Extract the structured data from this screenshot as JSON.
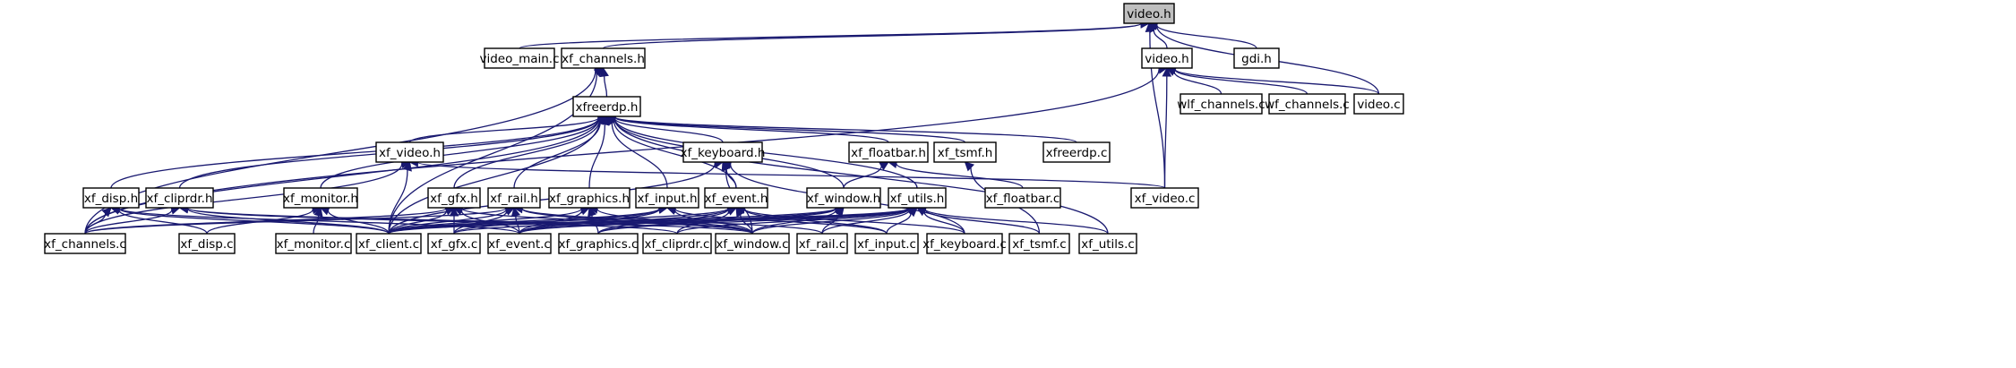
{
  "diagram": {
    "title": "",
    "nodes": [
      {
        "id": "video_h",
        "label": "video.h",
        "root": true
      },
      {
        "id": "video_main_c",
        "label": "video_main.c"
      },
      {
        "id": "xf_channels_h",
        "label": "xf_channels.h"
      },
      {
        "id": "video_h2",
        "label": "video.h"
      },
      {
        "id": "gdi_h",
        "label": "gdi.h"
      },
      {
        "id": "xfreerdp_h",
        "label": "xfreerdp.h"
      },
      {
        "id": "wlf_channels_c",
        "label": "wlf_channels.c"
      },
      {
        "id": "wf_channels_c",
        "label": "wf_channels.c"
      },
      {
        "id": "video_c",
        "label": "video.c"
      },
      {
        "id": "xf_video_h",
        "label": "xf_video.h"
      },
      {
        "id": "xf_keyboard_h",
        "label": "xf_keyboard.h"
      },
      {
        "id": "xf_floatbar_h",
        "label": "xf_floatbar.h"
      },
      {
        "id": "xf_tsmf_h",
        "label": "xf_tsmf.h"
      },
      {
        "id": "xfreerdp_c",
        "label": "xfreerdp.c"
      },
      {
        "id": "xf_disp_h",
        "label": "xf_disp.h"
      },
      {
        "id": "xf_cliprdr_h",
        "label": "xf_cliprdr.h"
      },
      {
        "id": "xf_monitor_h",
        "label": "xf_monitor.h"
      },
      {
        "id": "xf_gfx_h",
        "label": "xf_gfx.h"
      },
      {
        "id": "xf_rail_h",
        "label": "xf_rail.h"
      },
      {
        "id": "xf_graphics_h",
        "label": "xf_graphics.h"
      },
      {
        "id": "xf_input_h",
        "label": "xf_input.h"
      },
      {
        "id": "xf_event_h",
        "label": "xf_event.h"
      },
      {
        "id": "xf_window_h",
        "label": "xf_window.h"
      },
      {
        "id": "xf_utils_h",
        "label": "xf_utils.h"
      },
      {
        "id": "xf_floatbar_c",
        "label": "xf_floatbar.c"
      },
      {
        "id": "xf_video_c",
        "label": "xf_video.c"
      },
      {
        "id": "xf_channels_c",
        "label": "xf_channels.c"
      },
      {
        "id": "xf_disp_c",
        "label": "xf_disp.c"
      },
      {
        "id": "xf_monitor_c",
        "label": "xf_monitor.c"
      },
      {
        "id": "xf_client_c",
        "label": "xf_client.c"
      },
      {
        "id": "xf_gfx_c",
        "label": "xf_gfx.c"
      },
      {
        "id": "xf_event_c",
        "label": "xf_event.c"
      },
      {
        "id": "xf_graphics_c",
        "label": "xf_graphics.c"
      },
      {
        "id": "xf_cliprdr_c",
        "label": "xf_cliprdr.c"
      },
      {
        "id": "xf_window_c",
        "label": "xf_window.c"
      },
      {
        "id": "xf_rail_c",
        "label": "xf_rail.c"
      },
      {
        "id": "xf_input_c",
        "label": "xf_input.c"
      },
      {
        "id": "xf_keyboard_c",
        "label": "xf_keyboard.c"
      },
      {
        "id": "xf_tsmf_c",
        "label": "xf_tsmf.c"
      },
      {
        "id": "xf_utils_c",
        "label": "xf_utils.c"
      }
    ],
    "edges": [
      [
        "video_main_c",
        "video_h"
      ],
      [
        "xf_channels_h",
        "video_h"
      ],
      [
        "video_h2",
        "video_h"
      ],
      [
        "gdi_h",
        "video_h"
      ],
      [
        "video_c",
        "video_h"
      ],
      [
        "xf_video_c",
        "video_h"
      ],
      [
        "xfreerdp_h",
        "xf_channels_h"
      ],
      [
        "xf_client_c",
        "xf_channels_h"
      ],
      [
        "xf_channels_c",
        "xf_channels_h"
      ],
      [
        "wlf_channels_c",
        "video_h2"
      ],
      [
        "wf_channels_c",
        "video_h2"
      ],
      [
        "video_c",
        "video_h2"
      ],
      [
        "xf_video_c",
        "video_h2"
      ],
      [
        "xf_channels_c",
        "video_h2"
      ],
      [
        "xf_video_h",
        "xfreerdp_h"
      ],
      [
        "xf_keyboard_h",
        "xfreerdp_h"
      ],
      [
        "xf_floatbar_h",
        "xfreerdp_h"
      ],
      [
        "xf_tsmf_h",
        "xfreerdp_h"
      ],
      [
        "xfreerdp_c",
        "xfreerdp_h"
      ],
      [
        "xf_disp_h",
        "xfreerdp_h"
      ],
      [
        "xf_cliprdr_h",
        "xfreerdp_h"
      ],
      [
        "xf_monitor_h",
        "xfreerdp_h"
      ],
      [
        "xf_gfx_h",
        "xfreerdp_h"
      ],
      [
        "xf_rail_h",
        "xfreerdp_h"
      ],
      [
        "xf_graphics_h",
        "xfreerdp_h"
      ],
      [
        "xf_input_h",
        "xfreerdp_h"
      ],
      [
        "xf_event_h",
        "xfreerdp_h"
      ],
      [
        "xf_window_h",
        "xfreerdp_h"
      ],
      [
        "xf_utils_h",
        "xfreerdp_h"
      ],
      [
        "xf_channels_c",
        "xfreerdp_h"
      ],
      [
        "xf_client_c",
        "xfreerdp_h"
      ],
      [
        "xf_utils_c",
        "xfreerdp_h"
      ],
      [
        "xf_channels_c",
        "xf_video_h"
      ],
      [
        "xf_client_c",
        "xf_video_h"
      ],
      [
        "xf_video_c",
        "xf_video_h"
      ],
      [
        "xf_event_h",
        "xf_keyboard_h"
      ],
      [
        "xf_client_c",
        "xf_keyboard_h"
      ],
      [
        "xf_window_c",
        "xf_keyboard_h"
      ],
      [
        "xf_keyboard_c",
        "xf_keyboard_h"
      ],
      [
        "xf_window_h",
        "xf_floatbar_h"
      ],
      [
        "xf_floatbar_c",
        "xf_floatbar_h"
      ],
      [
        "xf_tsmf_c",
        "xf_tsmf_h"
      ],
      [
        "xf_channels_c",
        "xf_disp_h"
      ],
      [
        "xf_disp_c",
        "xf_disp_h"
      ],
      [
        "xf_client_c",
        "xf_disp_h"
      ],
      [
        "xf_event_c",
        "xf_disp_h"
      ],
      [
        "xf_channels_c",
        "xf_cliprdr_h"
      ],
      [
        "xf_client_c",
        "xf_cliprdr_h"
      ],
      [
        "xf_window_c",
        "xf_cliprdr_h"
      ],
      [
        "xf_cliprdr_c",
        "xf_cliprdr_h"
      ],
      [
        "xf_monitor_c",
        "xf_monitor_h"
      ],
      [
        "xf_client_c",
        "xf_monitor_h"
      ],
      [
        "xf_disp_c",
        "xf_monitor_h"
      ],
      [
        "xf_channels_c",
        "xf_gfx_h"
      ],
      [
        "xf_client_c",
        "xf_gfx_h"
      ],
      [
        "xf_gfx_c",
        "xf_gfx_h"
      ],
      [
        "xf_event_c",
        "xf_gfx_h"
      ],
      [
        "xf_window_c",
        "xf_gfx_h"
      ],
      [
        "xf_channels_c",
        "xf_rail_h"
      ],
      [
        "xf_client_c",
        "xf_rail_h"
      ],
      [
        "xf_gfx_c",
        "xf_rail_h"
      ],
      [
        "xf_event_c",
        "xf_rail_h"
      ],
      [
        "xf_window_c",
        "xf_rail_h"
      ],
      [
        "xf_rail_c",
        "xf_rail_h"
      ],
      [
        "xf_client_c",
        "xf_graphics_h"
      ],
      [
        "xf_event_c",
        "xf_graphics_h"
      ],
      [
        "xf_graphics_c",
        "xf_graphics_h"
      ],
      [
        "xf_window_c",
        "xf_graphics_h"
      ],
      [
        "xf_client_c",
        "xf_input_h"
      ],
      [
        "xf_event_c",
        "xf_input_h"
      ],
      [
        "xf_input_c",
        "xf_input_h"
      ],
      [
        "xf_window_c",
        "xf_input_h"
      ],
      [
        "xf_gfx_c",
        "xf_input_h"
      ],
      [
        "xf_client_c",
        "xf_event_h"
      ],
      [
        "xf_event_c",
        "xf_event_h"
      ],
      [
        "xf_graphics_c",
        "xf_event_h"
      ],
      [
        "xf_cliprdr_c",
        "xf_event_h"
      ],
      [
        "xf_window_c",
        "xf_event_h"
      ],
      [
        "xf_input_c",
        "xf_event_h"
      ],
      [
        "xf_keyboard_c",
        "xf_event_h"
      ],
      [
        "xf_client_c",
        "xf_window_h"
      ],
      [
        "xf_event_c",
        "xf_window_h"
      ],
      [
        "xf_window_c",
        "xf_window_h"
      ],
      [
        "xf_rail_c",
        "xf_window_h"
      ],
      [
        "xf_graphics_c",
        "xf_window_h"
      ],
      [
        "xf_client_c",
        "xf_utils_h"
      ],
      [
        "xf_event_c",
        "xf_utils_h"
      ],
      [
        "xf_window_c",
        "xf_utils_h"
      ],
      [
        "xf_rail_c",
        "xf_utils_h"
      ],
      [
        "xf_input_c",
        "xf_utils_h"
      ],
      [
        "xf_keyboard_c",
        "xf_utils_h"
      ],
      [
        "xf_tsmf_c",
        "xf_utils_h"
      ],
      [
        "xf_utils_c",
        "xf_utils_h"
      ],
      [
        "xf_cliprdr_c",
        "xf_utils_h"
      ],
      [
        "xf_graphics_c",
        "xf_utils_h"
      ],
      [
        "xf_gfx_c",
        "xf_utils_h"
      ]
    ]
  }
}
